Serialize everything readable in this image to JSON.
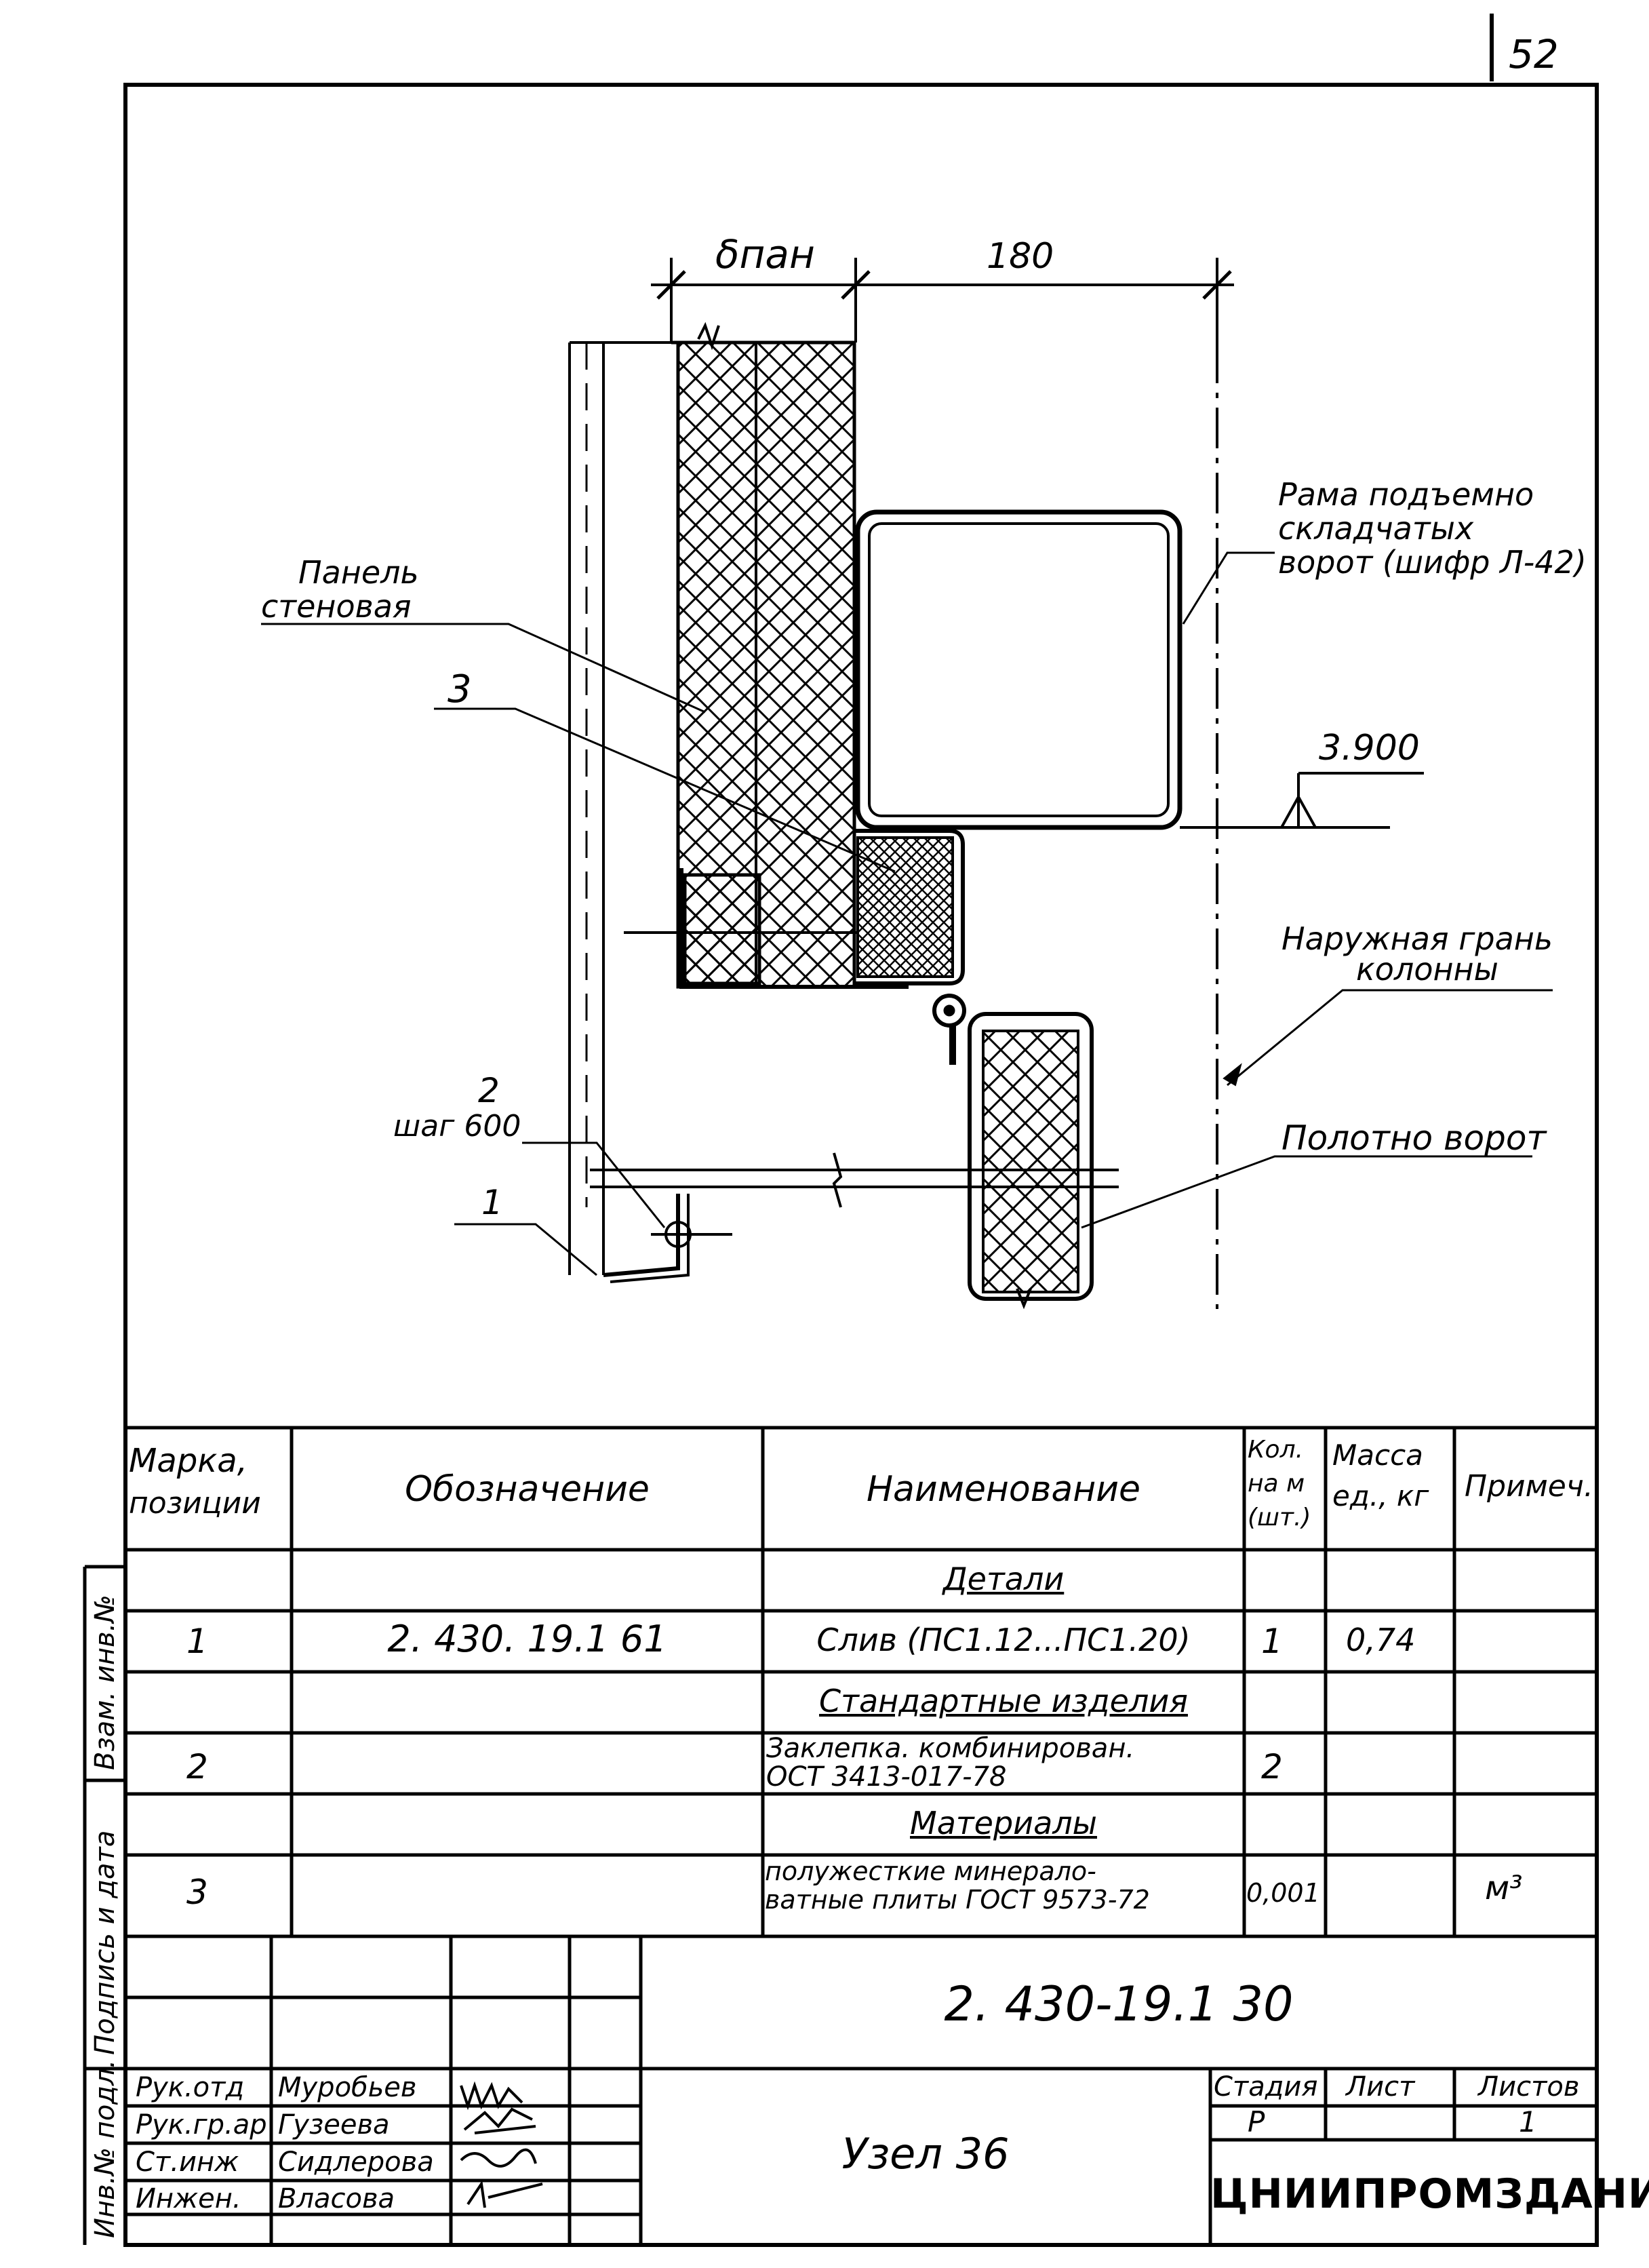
{
  "page_number": "52",
  "drawing": {
    "dim_left": "δпан",
    "dim_right": "180",
    "label_frame": [
      "Рама подъемно",
      "складчатых",
      "ворот (шифр Л-42)"
    ],
    "label_panel": [
      "Панель",
      "стеновая"
    ],
    "label_3": "3",
    "elevation": "3.900",
    "label_column": [
      "Наружная грань",
      "колонны"
    ],
    "label_2": "2",
    "label_step": "шаг 600",
    "label_1": "1",
    "label_gate": "Полотно ворот"
  },
  "table": {
    "headers": {
      "mark": [
        "Марка,",
        "позиции"
      ],
      "designation": "Обозначение",
      "name": "Наименование",
      "qty": [
        "Кол.",
        "на м",
        "(шт.)"
      ],
      "mass": [
        "Масса",
        "ед., кг"
      ],
      "note": "Примеч."
    },
    "section_details": "Детали",
    "row1": {
      "mark": "1",
      "designation": "2. 430. 19.1 61",
      "name": "Слив (ПС1.12...ПС1.20)",
      "qty": "1",
      "mass": "0,74",
      "note": ""
    },
    "section_standard": "Стандартные изделия",
    "row2": {
      "mark": "2",
      "name": [
        "Заклепка. комбинирован.",
        "ОСТ 3413-017-78"
      ],
      "qty": "2"
    },
    "section_materials": "Материалы",
    "row3": {
      "mark": "3",
      "name": [
        "полужесткие минерало-",
        "ватные плиты ГОСТ 9573-72"
      ],
      "qty": "0,001",
      "note": "м³"
    }
  },
  "title_block": {
    "doc_number": "2. 430-19.1 30",
    "title": "Узел 36",
    "people": [
      {
        "role": "Рук.отд",
        "name": "Муробьев"
      },
      {
        "role": "Рук.гр.ар",
        "name": "Гузеева"
      },
      {
        "role": "Ст.инж",
        "name": "Сидлерова"
      },
      {
        "role": "Инжен.",
        "name": "Власова"
      }
    ],
    "stage_label": "Стадия",
    "sheet_label": "Лист",
    "sheets_label": "Листов",
    "stage": "Р",
    "sheets": "1",
    "organization": "ЦНИИПРОМЗДАНИЙ"
  },
  "side_stamp": [
    "Инв.№ подл.",
    "Подпись и дата",
    "Взам. инв.№"
  ]
}
